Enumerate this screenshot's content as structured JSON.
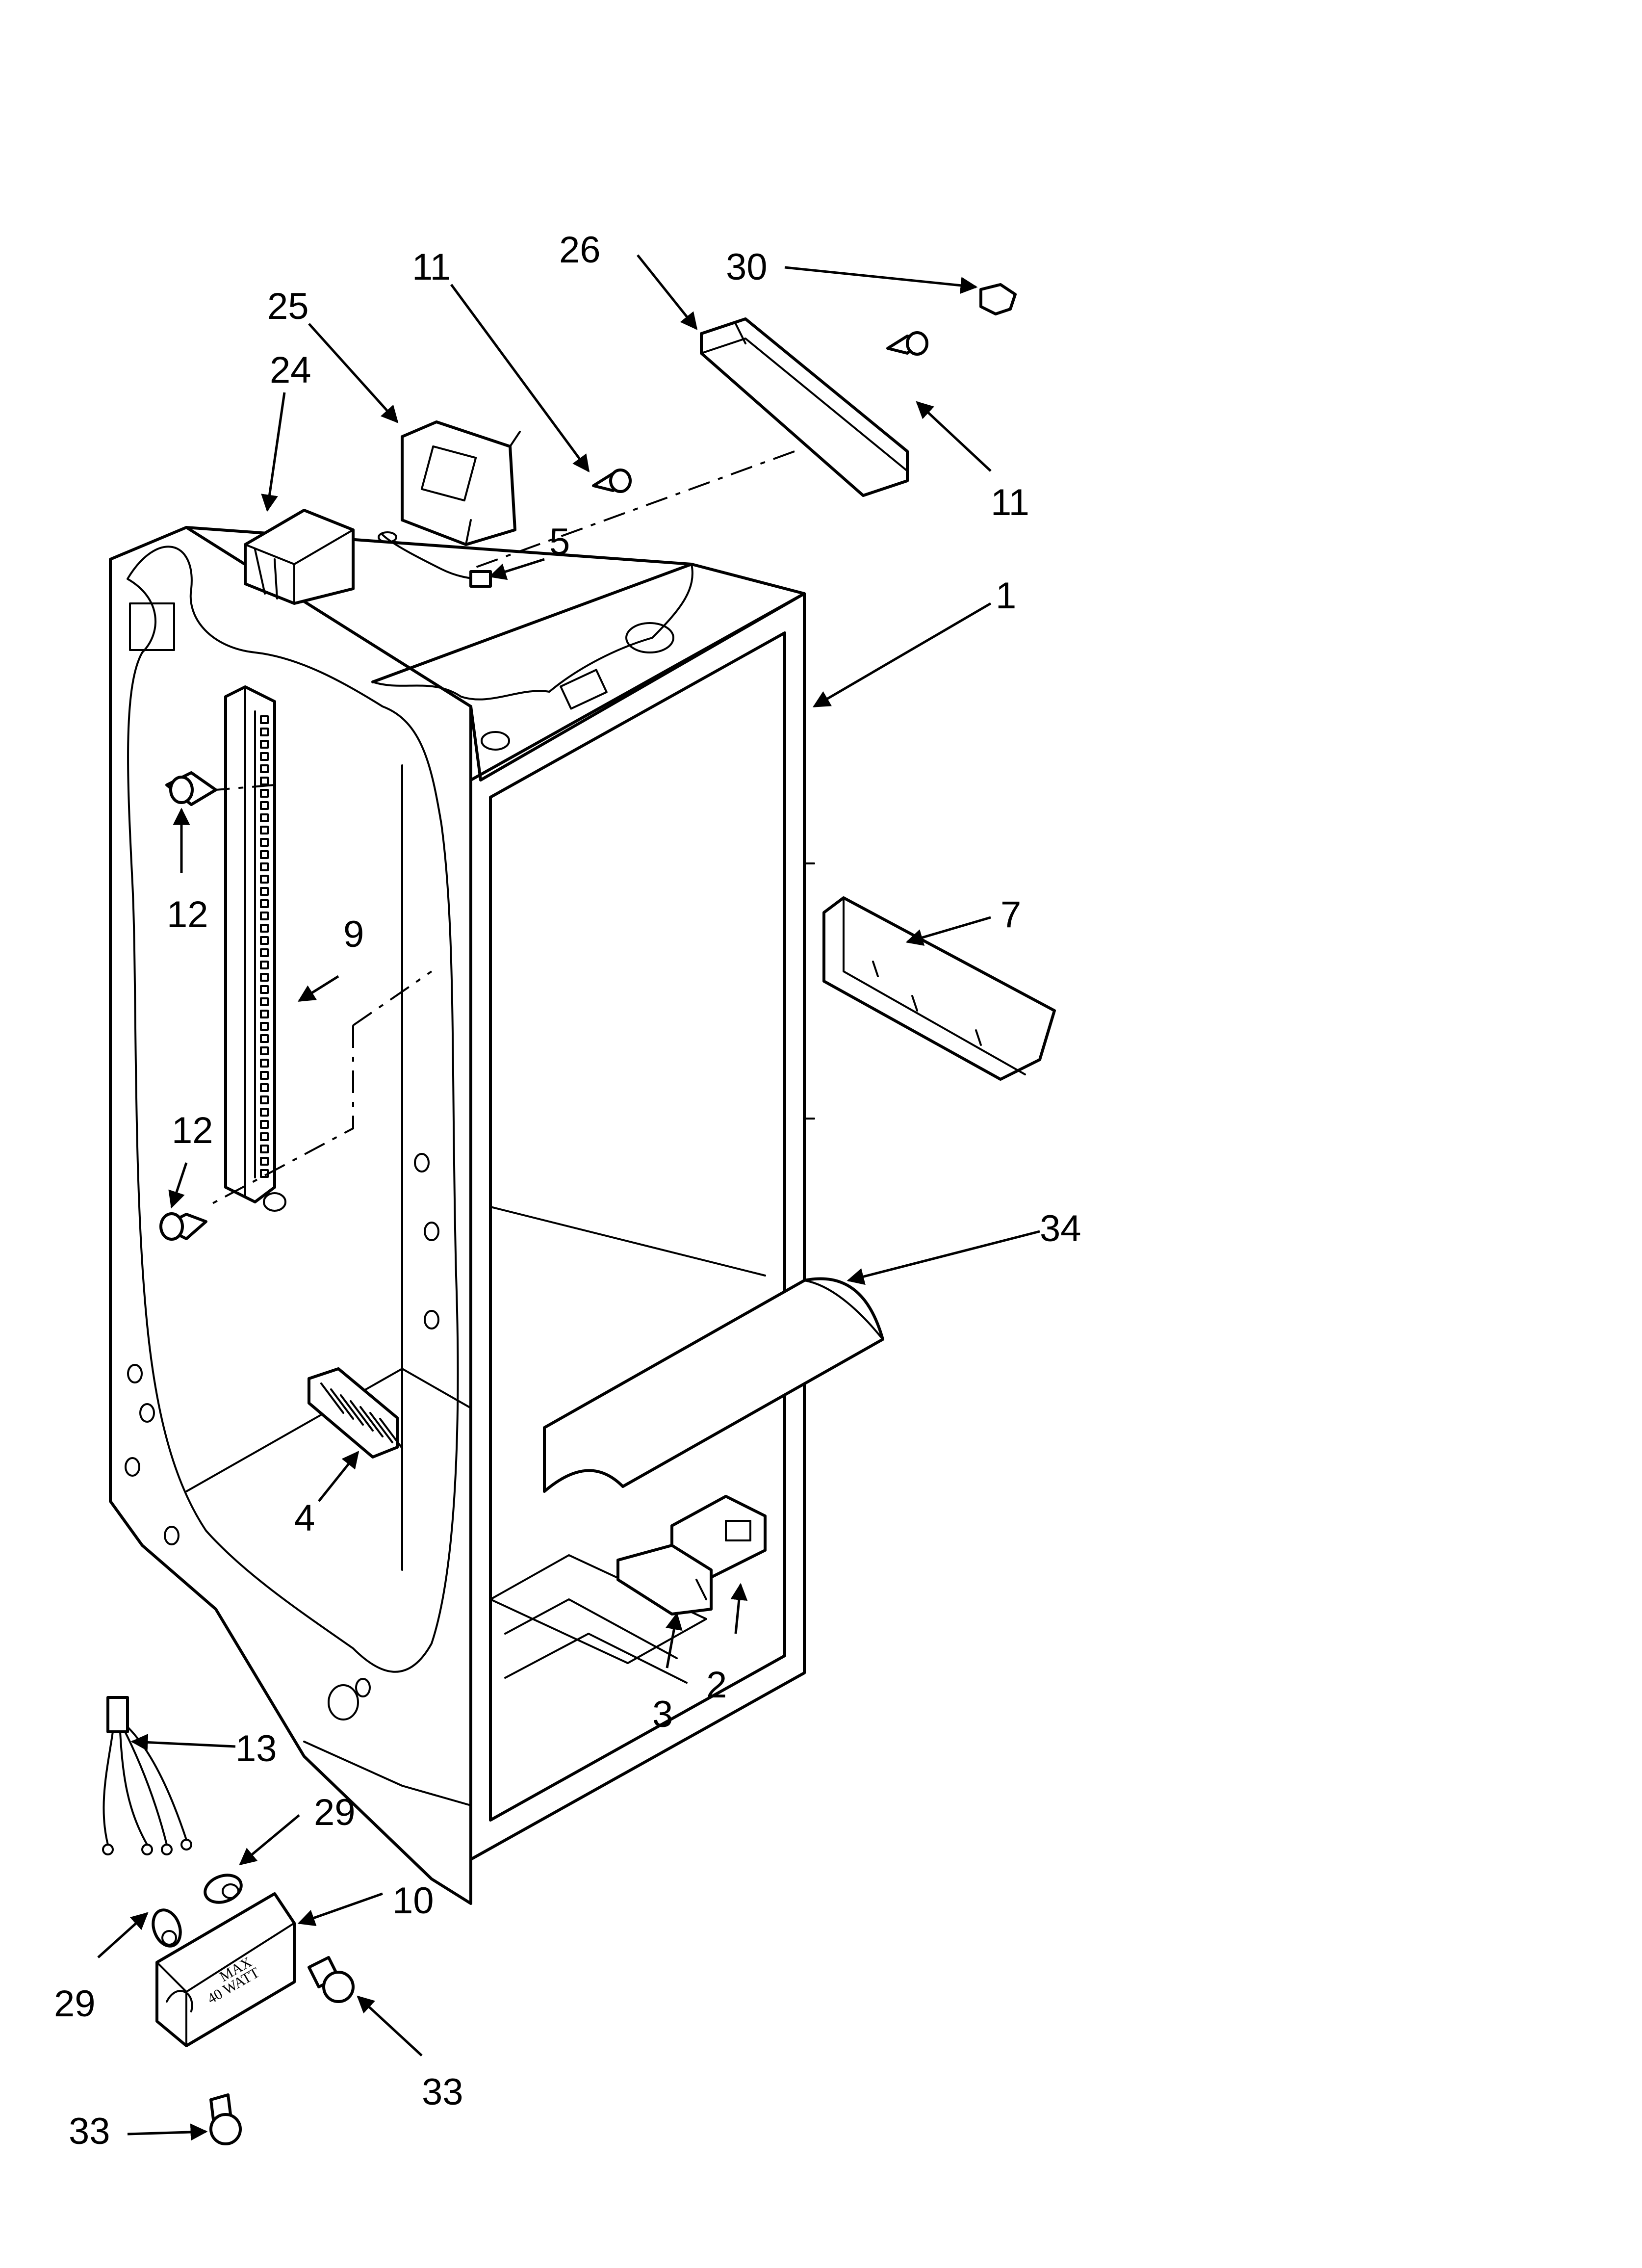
{
  "diagram": {
    "callouts": {
      "c1": "1",
      "c2": "2",
      "c3": "3",
      "c4": "4",
      "c5": "5",
      "c7": "7",
      "c9": "9",
      "c10": "10",
      "c11a": "11",
      "c11b": "11",
      "c12a": "12",
      "c12b": "12",
      "c13": "13",
      "c24": "24",
      "c25": "25",
      "c26": "26",
      "c29a": "29",
      "c29b": "29",
      "c30": "30",
      "c33a": "33",
      "c33b": "33",
      "c34": "34"
    },
    "lamp_socket_marking_line1": "MAX",
    "lamp_socket_marking_line2": "40 WATT"
  }
}
